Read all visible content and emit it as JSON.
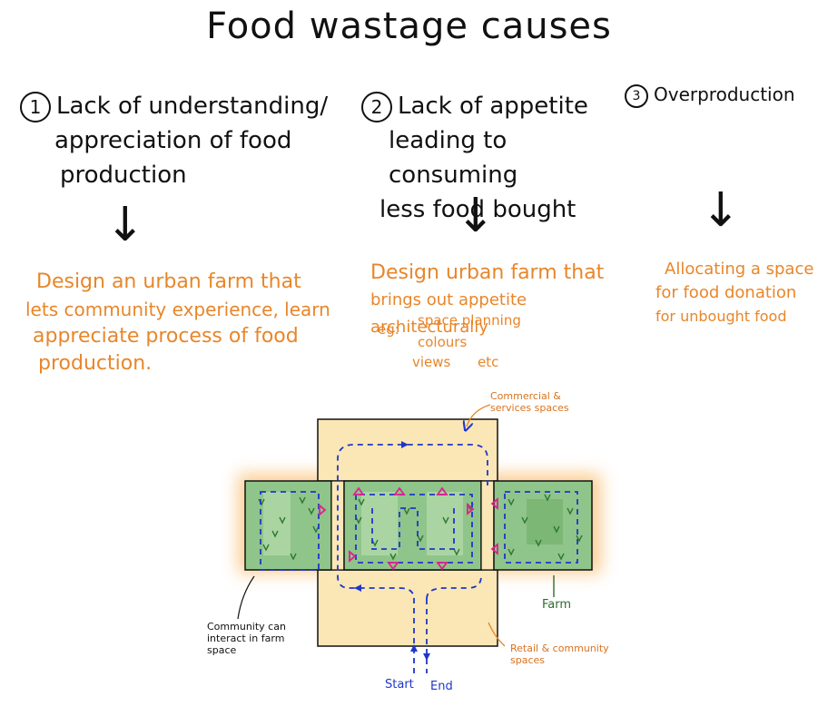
{
  "title": "Food wastage causes",
  "causes": [
    {
      "number": "1",
      "lines": [
        "Lack of understanding/",
        "appreciation of food",
        "production"
      ]
    },
    {
      "number": "2",
      "lines": [
        "Lack of appetite",
        "leading to consuming",
        "less food bought"
      ]
    },
    {
      "number": "3",
      "lines": [
        "Overproduction"
      ]
    }
  ],
  "solutions": [
    {
      "lines": [
        "Design an urban farm that",
        "lets community experience, learn",
        "appreciate process of food",
        "production."
      ]
    },
    {
      "lines": [
        "Design urban farm that",
        "brings out appetite architecturally"
      ],
      "eg_label": "eg:",
      "examples": [
        "space planning",
        "colours",
        "views",
        "etc"
      ]
    },
    {
      "lines": [
        "Allocating a space",
        "for food donation",
        "for unbought food"
      ]
    }
  ],
  "diagram": {
    "labels": {
      "commercial": "Commercial & services spaces",
      "farm": "Farm",
      "community": "Community can interact in farm space",
      "retail": "Retail & community spaces",
      "start": "Start",
      "end": "End"
    },
    "colors": {
      "farm_fill": "#8fc58a",
      "service_fill": "#fbe7b5",
      "glow": "#f6a53a",
      "path": "#1f36c8",
      "marker": "#e0208f",
      "ink": "#111111",
      "orange": "#e8862a"
    }
  }
}
